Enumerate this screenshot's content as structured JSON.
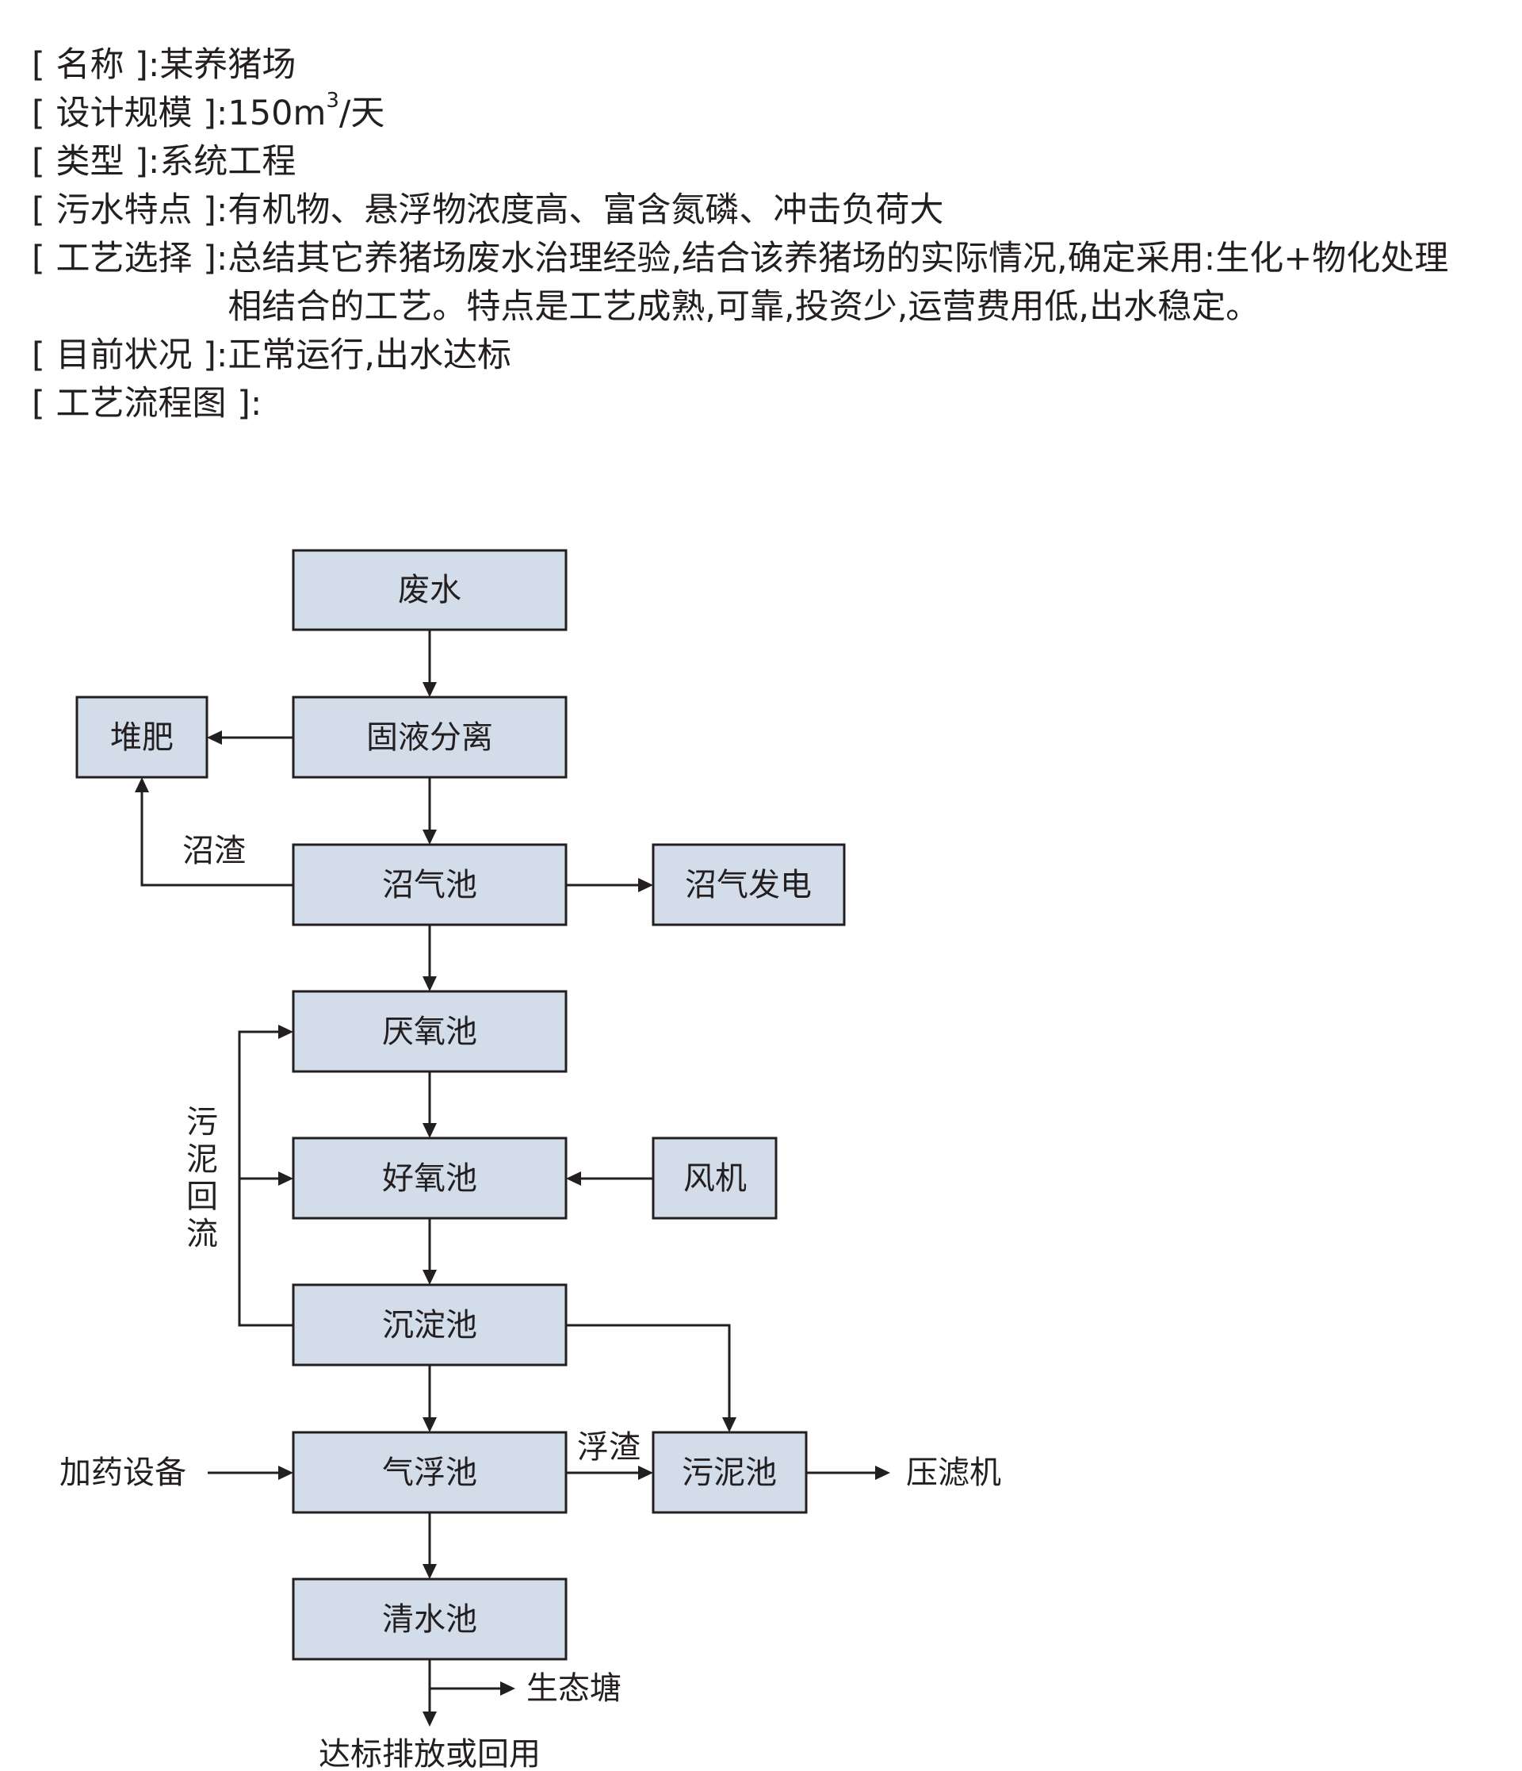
{
  "info": {
    "name_label": "[ 名称 ]:",
    "name_value": "某养猪场",
    "scale_label": "[ 设计规模 ]:",
    "scale_value_pre": "150m",
    "scale_sup": "3",
    "scale_value_post": "/天",
    "type_label": "[ 类型 ]:",
    "type_value": "系统工程",
    "features_label": "[ 污水特点 ]:",
    "features_value": "有机物、悬浮物浓度高、富含氮磷、冲击负荷大",
    "process_label": "[ 工艺选择 ]:",
    "process_value_1": "总结其它养猪场废水治理经验,结合该养猪场的实际情况,确定采用:生化+物化处理",
    "process_value_2": "相结合的工艺。特点是工艺成熟,可靠,投资少,运营费用低,出水稳定。",
    "status_label": "[ 目前状况 ]:",
    "status_value": "正常运行,出水达标",
    "flow_label": "[ 工艺流程图 ]:"
  },
  "diagram": {
    "wastewater": "废水",
    "separation": "固液分离",
    "compost": "堆肥",
    "residue_label": "沼渣",
    "biogas_tank": "沼气池",
    "biogas_power": "沼气发电",
    "anaerobic": "厌氧池",
    "sludge_return": [
      "污",
      "泥",
      "回",
      "流"
    ],
    "aerobic": "好氧池",
    "blower": "风机",
    "sedimentation": "沉淀池",
    "dosing": "加药设备",
    "flotation": "气浮池",
    "scum_label": "浮渣",
    "sludge_tank": "污泥池",
    "filter_press": "压滤机",
    "clear_tank": "清水池",
    "eco_pond": "生态塘",
    "discharge": "达标排放或回用"
  }
}
